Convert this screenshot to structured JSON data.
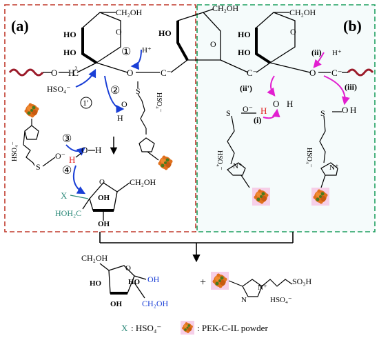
{
  "panels": {
    "a": {
      "label": "(a)",
      "letter": "a",
      "border_color": "#c0392b"
    },
    "b": {
      "label": "(b)",
      "letter": "b",
      "border_color": "#1fa060"
    }
  },
  "colors": {
    "blue_arrow": "#1a3fd6",
    "magenta_arrow": "#e21fd0",
    "red_chain": "#9b1b2a",
    "hydrogen_red": "#e21f1f",
    "cellulose_blue": "#1a3fd6",
    "leaving_teal": "#2d8a7a",
    "particle_orange": "#e0701c",
    "particle_green": "#4a7a1e",
    "particle_bg": "#f6cfe8"
  },
  "atoms": {
    "HO": "HO",
    "OH": "OH",
    "CH2OH": "CH₂OH",
    "O": "O",
    "H": "H",
    "Hplus": "H⁺",
    "HSO4": "HSO₄⁻",
    "C": "C",
    "X": "X",
    "HOH2C": "HOH₂C",
    "SO3H": "SO₃H",
    "S": "S",
    "N": "N",
    "Nplus": "N⁺",
    "plus": "+",
    "Ominus": "O⁻",
    "Cminus": "C⁻"
  },
  "steps_a": [
    "①",
    "②",
    "③",
    "④",
    "1'"
  ],
  "steps_b": [
    "(i)",
    "(ii)",
    "(ii')",
    "(iii)"
  ],
  "legend": {
    "x_symbol": "X",
    "x_text": ": HSO₄⁻",
    "particle_text": ": PEK-C-IL powder"
  }
}
